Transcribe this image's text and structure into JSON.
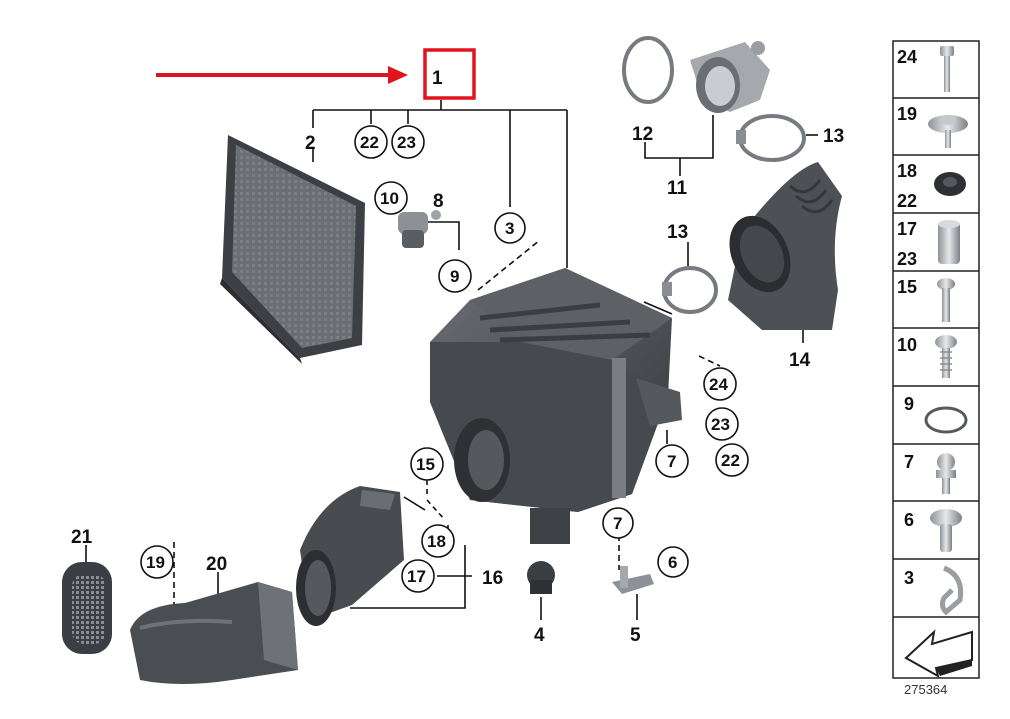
{
  "diagram": {
    "main_callout": "1",
    "diagram_id": "275364",
    "highlight_color": "#e0141c",
    "part_fill": "#4a4d52",
    "part_light": "#6a6e74",
    "labels": {
      "p2": "2",
      "p3": "3",
      "p4": "4",
      "p5": "5",
      "p6": "6",
      "p7a": "7",
      "p7b": "7",
      "p8": "8",
      "p9": "9",
      "p10": "10",
      "p11": "11",
      "p12": "12",
      "p13a": "13",
      "p13b": "13",
      "p14": "14",
      "p15": "15",
      "p16": "16",
      "p17": "17",
      "p18": "18",
      "p19": "19",
      "p20": "20",
      "p21": "21",
      "p22a": "22",
      "p22b": "22",
      "p23a": "23",
      "p23b": "23",
      "p24": "24"
    },
    "sidebar": [
      {
        "label": "24",
        "label2": "",
        "icon": "bolt-icon"
      },
      {
        "label": "19",
        "label2": "",
        "icon": "washer-screw-icon"
      },
      {
        "label": "18",
        "label2": "22",
        "icon": "grommet-icon"
      },
      {
        "label": "17",
        "label2": "23",
        "icon": "sleeve-icon"
      },
      {
        "label": "15",
        "label2": "",
        "icon": "screw-icon"
      },
      {
        "label": "10",
        "label2": "",
        "icon": "self-tapping-screw-icon"
      },
      {
        "label": "9",
        "label2": "",
        "icon": "o-ring-icon"
      },
      {
        "label": "7",
        "label2": "",
        "icon": "ball-stud-icon"
      },
      {
        "label": "6",
        "label2": "",
        "icon": "expansion-rivet-icon"
      },
      {
        "label": "3",
        "label2": "",
        "icon": "spring-clip-icon"
      },
      {
        "label": "",
        "label2": "",
        "icon": "direction-arrow-icon"
      }
    ]
  }
}
